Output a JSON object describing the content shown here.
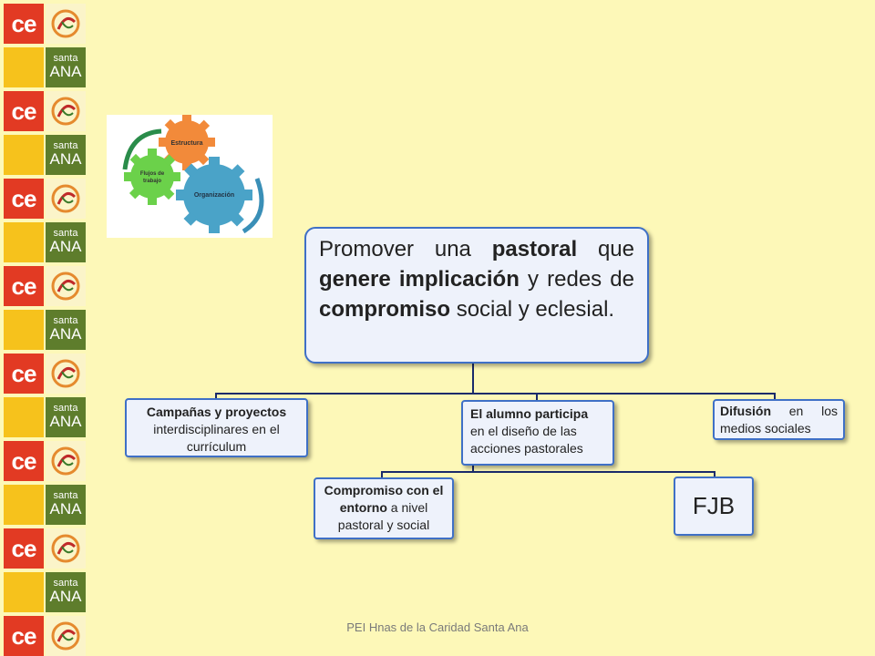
{
  "logo": {
    "ce": "ce",
    "santa": "santa",
    "ana": "ANA"
  },
  "gears": {
    "g1": "Estructura",
    "g2": "Flujos de trabajo",
    "g3": "Organización"
  },
  "main": {
    "w1": "Promover una ",
    "b1": "pastoral",
    "w2": " que ",
    "b2": "genere implicación",
    "w3": " y redes de ",
    "b3": "compromiso",
    "w4": " social y eclesial."
  },
  "box1": {
    "bold": "Campañas y proyectos",
    "rest": " interdisciplinares en el currículum"
  },
  "box2": {
    "bold": "El alumno participa",
    "rest": " en el diseño de las acciones pastorales"
  },
  "box3": {
    "bold": "Difusión",
    "rest": " en los medios sociales"
  },
  "box4": {
    "bold": "Compromiso con el entorno",
    "rest": " a nivel pastoral y social"
  },
  "box5": {
    "label": "FJB"
  },
  "footer": "PEI Hnas de la Caridad Santa Ana",
  "colors": {
    "background": "#fdf8b8",
    "box_border": "#3f70c6",
    "box_fill": "#eef2fb",
    "connector": "#1a2b6b"
  }
}
